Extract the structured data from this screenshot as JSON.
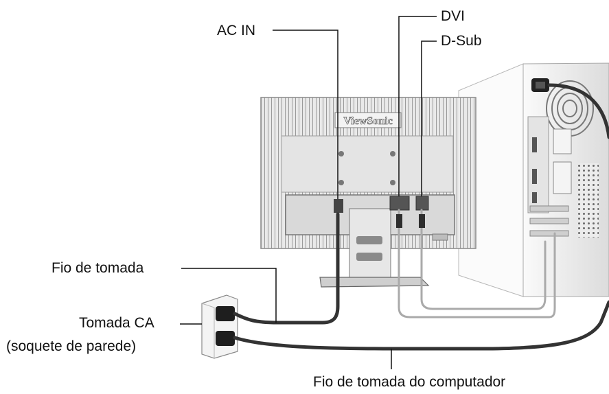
{
  "labels": {
    "ac_in": "AC IN",
    "dvi": "DVI",
    "dsub": "D-Sub",
    "power_cord": "Fio de tomada",
    "ac_outlet_line1": "Tomada CA",
    "ac_outlet_line2": "(soquete de parede)",
    "computer_power_cord": "Fio de tomada do computador"
  },
  "monitor_brand": "ViewSonic",
  "colors": {
    "line": "#111111",
    "cable_dark": "#3a3a3a",
    "cable_light": "#a8a8a8",
    "device_light": "#f2f2f2",
    "device_mid": "#d6d6d6",
    "device_dark": "#7a7a7a"
  }
}
